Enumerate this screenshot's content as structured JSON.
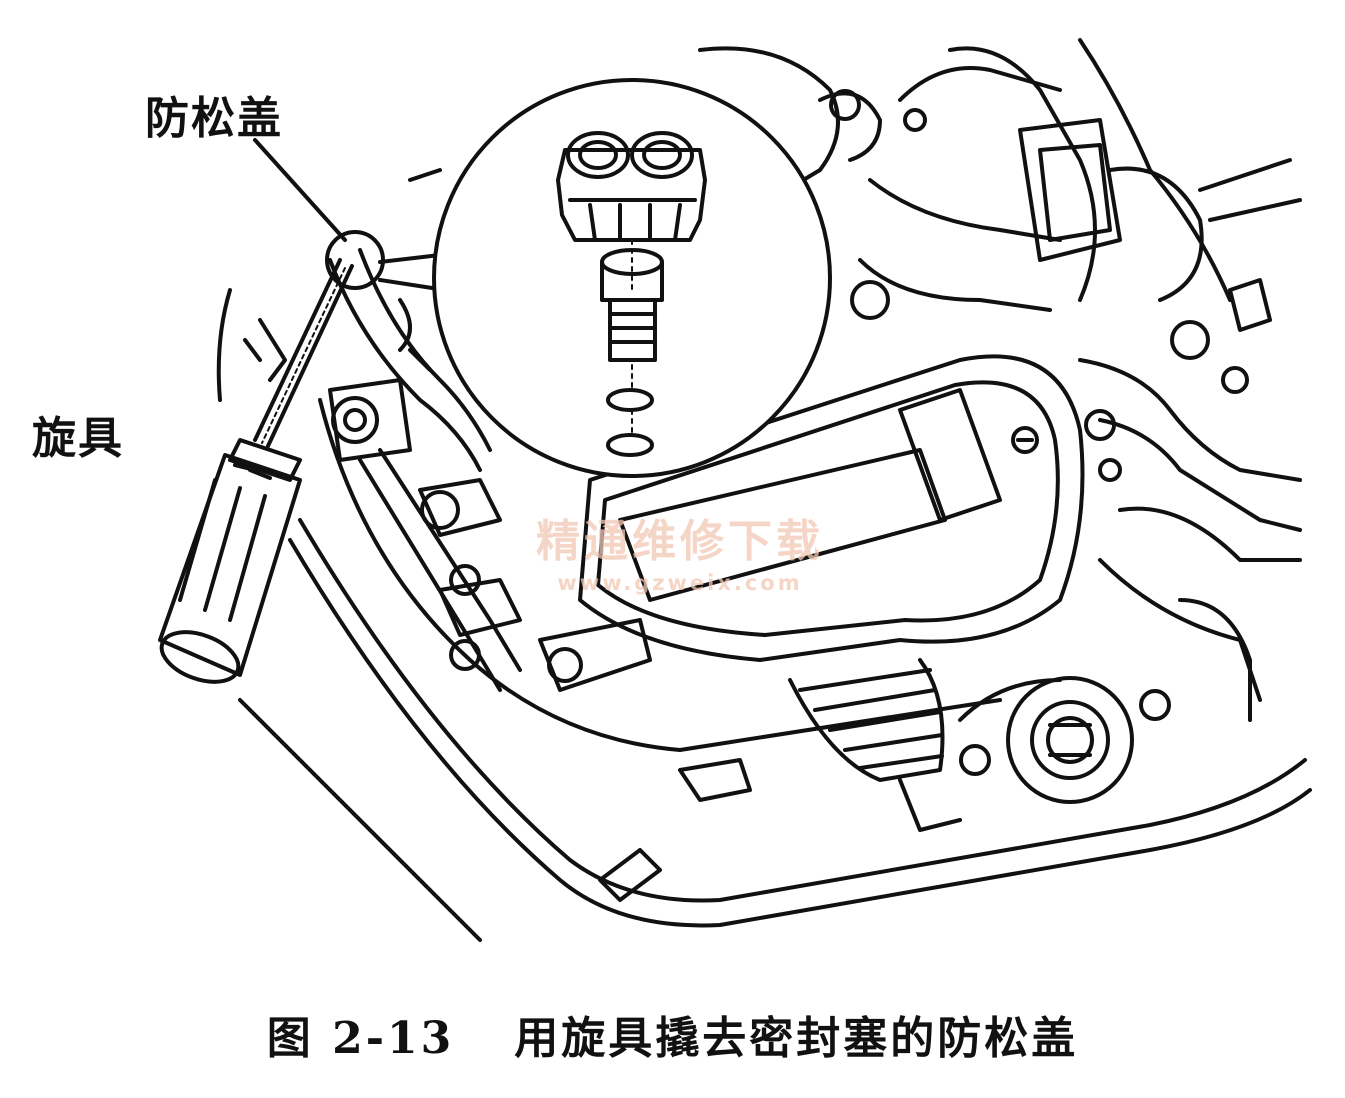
{
  "labels": {
    "anti_loosening_cap": "防松盖",
    "screwdriver": "旋具"
  },
  "watermark": {
    "text": "精通维修下载",
    "url": "www.gzweix.com"
  },
  "caption": {
    "number": "图 2-13",
    "text": "用旋具撬去密封塞的防松盖"
  }
}
